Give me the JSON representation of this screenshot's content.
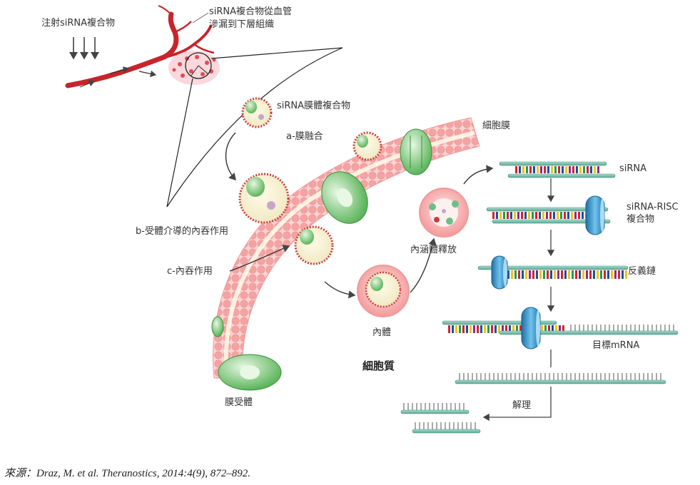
{
  "labels": {
    "inject": "注射siRNA複合物",
    "leak_line1": "siRNA複合物從血管",
    "leak_line2": "滲漏到下層組織",
    "liposome_complex": "siRNA膜體複合物",
    "membrane_fusion": "a-膜融合",
    "cell_membrane": "細胞膜",
    "receptor_endocytosis": "b-受體介導的內吞作用",
    "endocytosis": "c-內吞作用",
    "membrane_receptor": "膜受體",
    "endosome": "內體",
    "endosome_release": "內涵體釋放",
    "cytoplasm": "細胞質",
    "sirna": "siRNA",
    "risc_line1": "siRNA-RISC",
    "risc_line2": "複合物",
    "antisense": "反義鏈",
    "target_mrna": "目標mRNA",
    "degradation": "解理"
  },
  "source": {
    "text": "來源：Draz, M. et al. Theranostics, 2014:4(9), 872–892."
  },
  "colors": {
    "vessel": "#c8242b",
    "membrane": "#f2a0a0",
    "receptor": "#7cc77c",
    "rna_strand": "#7fc4b3",
    "risc": "#3a9fd0",
    "arrow": "#444444"
  }
}
